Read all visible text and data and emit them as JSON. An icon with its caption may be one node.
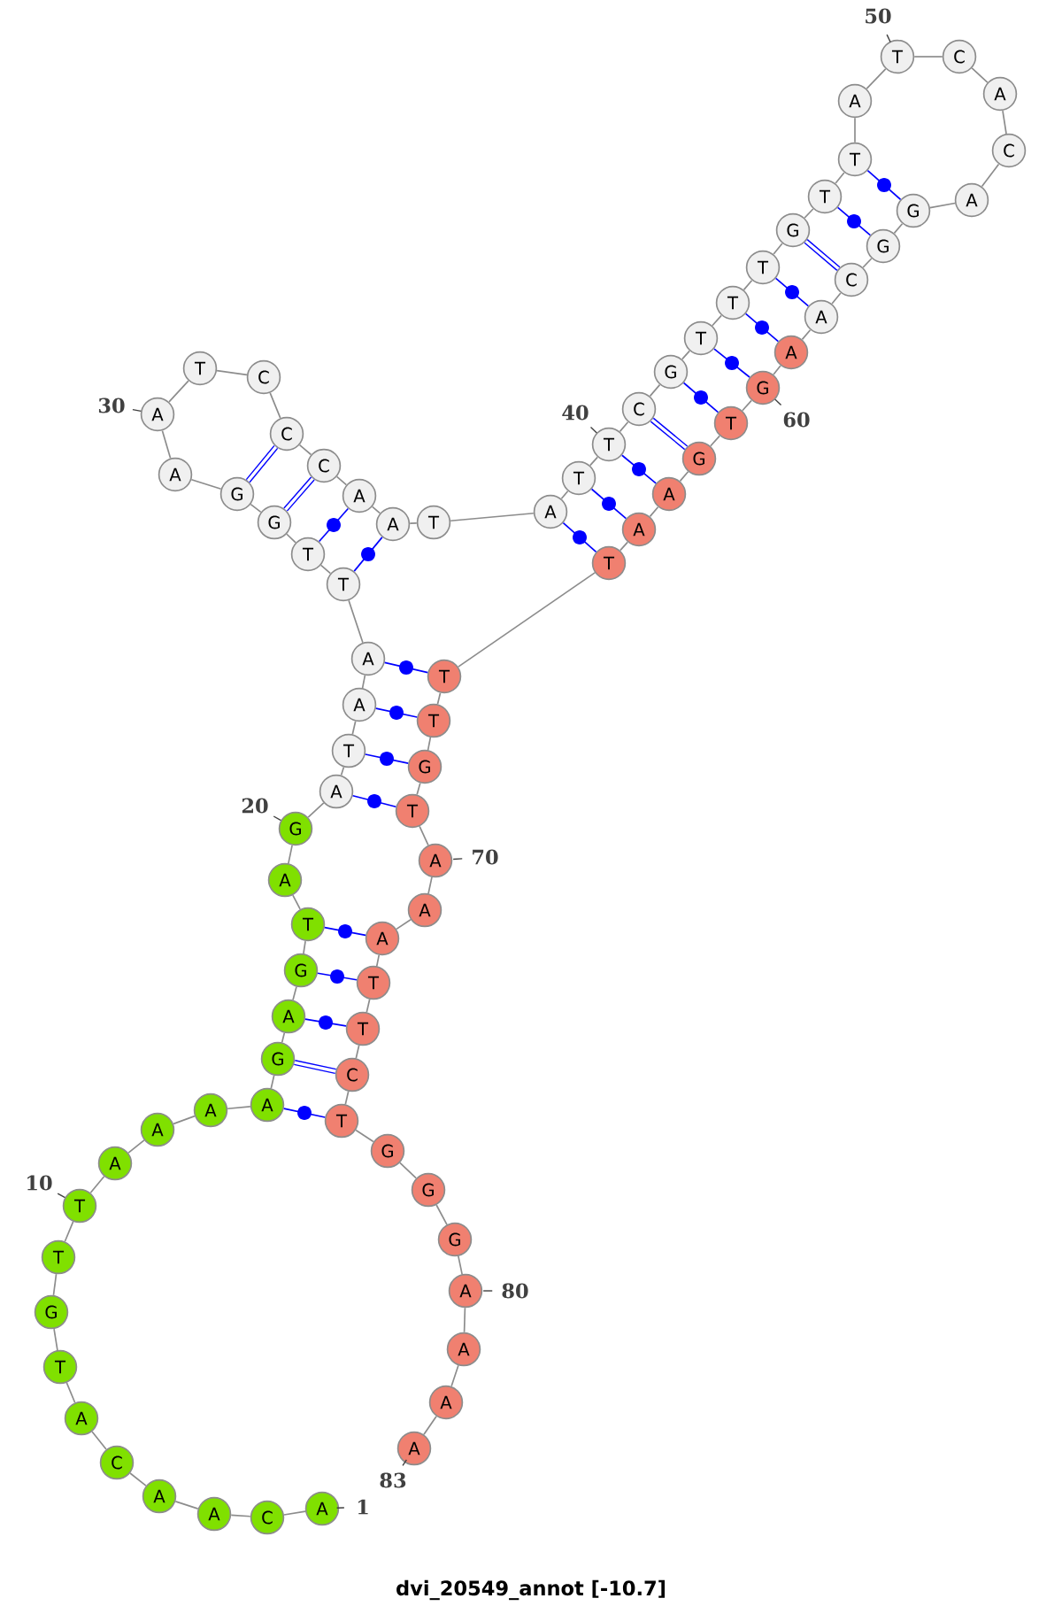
{
  "diagram": {
    "title": "dvi_20549_annot [-10.7]",
    "nodes": [
      {
        "text": [
          "A"
        ]
      },
      {
        "text": [
          "C"
        ]
      },
      {
        "text": [
          "A"
        ]
      },
      {
        "text": [
          "A"
        ]
      },
      {
        "text": [
          "C"
        ]
      },
      {
        "text": [
          "A"
        ]
      },
      {
        "text": [
          "T"
        ]
      },
      {
        "text": [
          "G"
        ]
      },
      {
        "text": [
          "T"
        ]
      },
      {
        "text": [
          "T"
        ]
      },
      {
        "text": [
          "A"
        ]
      },
      {
        "text": [
          "A"
        ]
      },
      {
        "text": [
          "A"
        ]
      },
      {
        "text": [
          "A"
        ]
      },
      {
        "text": [
          "G"
        ]
      },
      {
        "text": [
          "A"
        ]
      },
      {
        "text": [
          "G"
        ]
      },
      {
        "text": [
          "T"
        ]
      },
      {
        "text": [
          "A"
        ]
      },
      {
        "text": [
          "G"
        ]
      },
      {
        "text": [
          "A"
        ]
      },
      {
        "text": [
          "T"
        ]
      },
      {
        "text": [
          "A"
        ]
      },
      {
        "text": [
          "A"
        ]
      },
      {
        "text": [
          "T"
        ]
      },
      {
        "text": [
          "T"
        ]
      },
      {
        "text": [
          "G"
        ]
      },
      {
        "text": [
          "G"
        ]
      },
      {
        "text": [
          "A"
        ]
      },
      {
        "text": [
          "A"
        ]
      },
      {
        "text": [
          "T"
        ]
      },
      {
        "text": [
          "C"
        ]
      },
      {
        "text": [
          "C"
        ]
      },
      {
        "text": [
          "C"
        ]
      },
      {
        "text": [
          "A"
        ]
      },
      {
        "text": [
          "A"
        ]
      },
      {
        "text": [
          "T"
        ]
      },
      {
        "text": [
          "A"
        ]
      },
      {
        "text": [
          "T"
        ]
      },
      {
        "text": [
          "T"
        ]
      },
      {
        "text": [
          "C"
        ]
      },
      {
        "text": [
          "G"
        ]
      },
      {
        "text": [
          "T"
        ]
      },
      {
        "text": [
          "T"
        ]
      },
      {
        "text": [
          "T"
        ]
      },
      {
        "text": [
          "G"
        ]
      },
      {
        "text": [
          "T"
        ]
      },
      {
        "text": [
          "T"
        ]
      },
      {
        "text": [
          "A"
        ]
      },
      {
        "text": [
          "T"
        ]
      },
      {
        "text": [
          "C"
        ]
      },
      {
        "text": [
          "A"
        ]
      },
      {
        "text": [
          "C"
        ]
      },
      {
        "text": [
          "A"
        ]
      },
      {
        "text": [
          "G"
        ]
      },
      {
        "text": [
          "G"
        ]
      },
      {
        "text": [
          "C"
        ]
      },
      {
        "text": [
          "A"
        ]
      },
      {
        "text": [
          "A"
        ]
      },
      {
        "text": [
          "G"
        ]
      },
      {
        "text": [
          "T"
        ]
      },
      {
        "text": [
          "G"
        ]
      },
      {
        "text": [
          "A"
        ]
      },
      {
        "text": [
          "A"
        ]
      },
      {
        "text": [
          "T"
        ]
      },
      {
        "text": [
          "T"
        ]
      },
      {
        "text": [
          "T"
        ]
      },
      {
        "text": [
          "G"
        ]
      },
      {
        "text": [
          "T"
        ]
      },
      {
        "text": [
          "A"
        ]
      },
      {
        "text": [
          "A"
        ]
      },
      {
        "text": [
          "A"
        ]
      },
      {
        "text": [
          "T"
        ]
      },
      {
        "text": [
          "T"
        ]
      },
      {
        "text": [
          "C"
        ]
      },
      {
        "text": [
          "T"
        ]
      },
      {
        "text": [
          "G"
        ]
      },
      {
        "text": [
          "G"
        ]
      },
      {
        "text": [
          "G"
        ]
      },
      {
        "text": [
          "A"
        ]
      },
      {
        "text": [
          "A"
        ]
      },
      {
        "text": [
          "A"
        ]
      },
      {
        "text": [
          "A"
        ]
      }
    ],
    "edges": [
      {
        "from": 0,
        "to": 1,
        "arrow": "none"
      },
      {
        "from": 1,
        "to": 2,
        "arrow": "none"
      },
      {
        "from": 2,
        "to": 3,
        "arrow": "none"
      },
      {
        "from": 3,
        "to": 4,
        "arrow": "none"
      },
      {
        "from": 4,
        "to": 5,
        "arrow": "none"
      },
      {
        "from": 5,
        "to": 6,
        "arrow": "none"
      },
      {
        "from": 6,
        "to": 7,
        "arrow": "none"
      },
      {
        "from": 7,
        "to": 8,
        "arrow": "none"
      },
      {
        "from": 8,
        "to": 9,
        "arrow": "none"
      },
      {
        "from": 9,
        "to": 10,
        "arrow": "none"
      },
      {
        "from": 10,
        "to": 11,
        "arrow": "none"
      },
      {
        "from": 11,
        "to": 12,
        "arrow": "none"
      },
      {
        "from": 12,
        "to": 13,
        "arrow": "none"
      },
      {
        "from": 13,
        "to": 14,
        "arrow": "none"
      },
      {
        "from": 14,
        "to": 15,
        "arrow": "none"
      },
      {
        "from": 15,
        "to": 16,
        "arrow": "none"
      },
      {
        "from": 16,
        "to": 17,
        "arrow": "none"
      },
      {
        "from": 17,
        "to": 18,
        "arrow": "none"
      },
      {
        "from": 18,
        "to": 19,
        "arrow": "none"
      },
      {
        "from": 19,
        "to": 20,
        "arrow": "none"
      },
      {
        "from": 20,
        "to": 21,
        "arrow": "none"
      },
      {
        "from": 21,
        "to": 22,
        "arrow": "none"
      },
      {
        "from": 22,
        "to": 23,
        "arrow": "none"
      },
      {
        "from": 23,
        "to": 24,
        "arrow": "none"
      },
      {
        "from": 24,
        "to": 25,
        "arrow": "none"
      },
      {
        "from": 25,
        "to": 26,
        "arrow": "none"
      },
      {
        "from": 26,
        "to": 27,
        "arrow": "none"
      },
      {
        "from": 27,
        "to": 28,
        "arrow": "none"
      },
      {
        "from": 28,
        "to": 29,
        "arrow": "none"
      },
      {
        "from": 29,
        "to": 30,
        "arrow": "none"
      },
      {
        "from": 30,
        "to": 31,
        "arrow": "none"
      },
      {
        "from": 31,
        "to": 32,
        "arrow": "none"
      },
      {
        "from": 32,
        "to": 33,
        "arrow": "none"
      },
      {
        "from": 33,
        "to": 34,
        "arrow": "none"
      },
      {
        "from": 34,
        "to": 35,
        "arrow": "none"
      },
      {
        "from": 35,
        "to": 36,
        "arrow": "none"
      },
      {
        "from": 36,
        "to": 37,
        "arrow": "none"
      },
      {
        "from": 37,
        "to": 38,
        "arrow": "none"
      },
      {
        "from": 38,
        "to": 39,
        "arrow": "none"
      },
      {
        "from": 39,
        "to": 40,
        "arrow": "none"
      },
      {
        "from": 40,
        "to": 41,
        "arrow": "none"
      },
      {
        "from": 41,
        "to": 42,
        "arrow": "none"
      },
      {
        "from": 42,
        "to": 43,
        "arrow": "none"
      },
      {
        "from": 43,
        "to": 44,
        "arrow": "none"
      },
      {
        "from": 44,
        "to": 45,
        "arrow": "none"
      },
      {
        "from": 45,
        "to": 46,
        "arrow": "none"
      },
      {
        "from": 46,
        "to": 47,
        "arrow": "none"
      },
      {
        "from": 47,
        "to": 48,
        "arrow": "none"
      },
      {
        "from": 48,
        "to": 49,
        "arrow": "none"
      },
      {
        "from": 49,
        "to": 50,
        "arrow": "none"
      },
      {
        "from": 50,
        "to": 51,
        "arrow": "none"
      },
      {
        "from": 51,
        "to": 52,
        "arrow": "none"
      },
      {
        "from": 52,
        "to": 53,
        "arrow": "none"
      },
      {
        "from": 53,
        "to": 54,
        "arrow": "none"
      },
      {
        "from": 54,
        "to": 55,
        "arrow": "none"
      },
      {
        "from": 55,
        "to": 56,
        "arrow": "none"
      },
      {
        "from": 56,
        "to": 57,
        "arrow": "none"
      },
      {
        "from": 57,
        "to": 58,
        "arrow": "none"
      },
      {
        "from": 58,
        "to": 59,
        "arrow": "none"
      },
      {
        "from": 59,
        "to": 60,
        "arrow": "none"
      },
      {
        "from": 60,
        "to": 61,
        "arrow": "none"
      },
      {
        "from": 61,
        "to": 62,
        "arrow": "none"
      },
      {
        "from": 62,
        "to": 63,
        "arrow": "none"
      },
      {
        "from": 63,
        "to": 64,
        "arrow": "none"
      },
      {
        "from": 64,
        "to": 65,
        "arrow": "none"
      },
      {
        "from": 65,
        "to": 66,
        "arrow": "none"
      },
      {
        "from": 66,
        "to": 67,
        "arrow": "none"
      },
      {
        "from": 67,
        "to": 68,
        "arrow": "none"
      },
      {
        "from": 68,
        "to": 69,
        "arrow": "none"
      },
      {
        "from": 69,
        "to": 70,
        "arrow": "none"
      },
      {
        "from": 70,
        "to": 71,
        "arrow": "none"
      },
      {
        "from": 71,
        "to": 72,
        "arrow": "none"
      },
      {
        "from": 72,
        "to": 73,
        "arrow": "none"
      },
      {
        "from": 73,
        "to": 74,
        "arrow": "none"
      },
      {
        "from": 74,
        "to": 75,
        "arrow": "none"
      },
      {
        "from": 75,
        "to": 76,
        "arrow": "none"
      },
      {
        "from": 76,
        "to": 77,
        "arrow": "none"
      },
      {
        "from": 77,
        "to": 78,
        "arrow": "none"
      },
      {
        "from": 78,
        "to": 79,
        "arrow": "none"
      },
      {
        "from": 79,
        "to": 80,
        "arrow": "none"
      },
      {
        "from": 80,
        "to": 81,
        "arrow": "none"
      },
      {
        "from": 81,
        "to": 82,
        "arrow": "none"
      },
      {
        "from": 13,
        "to": 75,
        "arrow": "none",
        "color": "#0000ff"
      },
      {
        "from": 14,
        "to": 74,
        "arrow": "none",
        "color": "#0000ff",
        "style": "thick"
      },
      {
        "from": 15,
        "to": 73,
        "arrow": "none",
        "color": "#0000ff"
      },
      {
        "from": 16,
        "to": 72,
        "arrow": "none",
        "color": "#0000ff"
      },
      {
        "from": 17,
        "to": 71,
        "arrow": "none",
        "color": "#0000ff"
      },
      {
        "from": 20,
        "to": 68,
        "arrow": "none",
        "color": "#0000ff"
      },
      {
        "from": 21,
        "to": 67,
        "arrow": "none",
        "color": "#0000ff"
      },
      {
        "from": 22,
        "to": 66,
        "arrow": "none",
        "color": "#0000ff"
      },
      {
        "from": 23,
        "to": 65,
        "arrow": "none",
        "color": "#0000ff"
      },
      {
        "from": 24,
        "to": 35,
        "arrow": "none",
        "color": "#0000ff"
      },
      {
        "from": 25,
        "to": 34,
        "arrow": "none",
        "color": "#0000ff"
      },
      {
        "from": 26,
        "to": 33,
        "arrow": "none",
        "color": "#0000ff",
        "style": "thick"
      },
      {
        "from": 27,
        "to": 32,
        "arrow": "none",
        "color": "#0000ff",
        "style": "thick"
      },
      {
        "from": 37,
        "to": 64,
        "arrow": "none",
        "color": "#0000ff"
      },
      {
        "from": 38,
        "to": 63,
        "arrow": "none",
        "color": "#0000ff"
      },
      {
        "from": 39,
        "to": 62,
        "arrow": "none",
        "color": "#0000ff"
      },
      {
        "from": 40,
        "to": 61,
        "arrow": "none",
        "color": "#0000ff",
        "style": "thick"
      },
      {
        "from": 41,
        "to": 60,
        "arrow": "none",
        "color": "#0000ff"
      },
      {
        "from": 42,
        "to": 59,
        "arrow": "none",
        "color": "#0000ff"
      },
      {
        "from": 43,
        "to": 58,
        "arrow": "none",
        "color": "#0000ff"
      },
      {
        "from": 44,
        "to": 57,
        "arrow": "none",
        "color": "#0000ff"
      },
      {
        "from": 45,
        "to": 56,
        "arrow": "none",
        "color": "#0000ff",
        "style": "thick"
      },
      {
        "from": 46,
        "to": 55,
        "arrow": "none",
        "color": "#0000ff"
      },
      {
        "from": 47,
        "to": 54,
        "arrow": "none",
        "color": "#0000ff"
      }
    ],
    "labels": [
      "50",
      "30",
      "40",
      "60",
      "20",
      "70",
      "10",
      "80",
      "83",
      "1"
    ]
  }
}
